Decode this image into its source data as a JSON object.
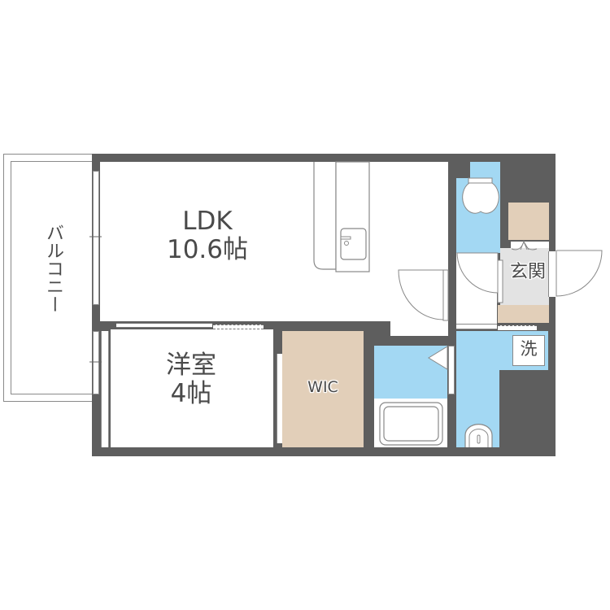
{
  "floorplan": {
    "rooms": {
      "ldk": {
        "name": "LDK",
        "size": "10.6帖"
      },
      "western_room": {
        "name": "洋室",
        "size": "4帖"
      },
      "wic": {
        "name": "WIC"
      },
      "entrance": {
        "name": "玄関"
      },
      "washing": {
        "name": "洗"
      },
      "balcony": {
        "name": "バルコニー"
      }
    },
    "colors": {
      "wall": "#5e5e5e",
      "water_area": "#a3d8f3",
      "storage": "#e2cfb9",
      "entrance_floor": "#e3e3e3",
      "text": "#4a4a4a"
    }
  }
}
